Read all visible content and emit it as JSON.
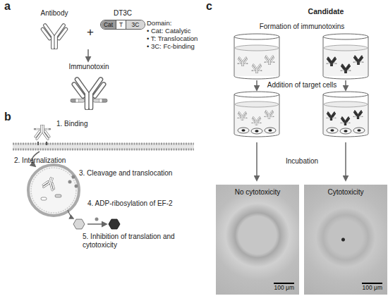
{
  "diagram": {
    "nodes": [
      {
        "text": [
          "DT3C"
        ]
      },
      {
        "text": [
          "Cat"
        ],
        "in": 0
      },
      {
        "text": [
          "T"
        ],
        "in": 0
      },
      {
        "text": [
          "3C"
        ],
        "in": 0
      },
      {
        "text": [
          "No cytotoxicity",
          "100 μm"
        ]
      },
      {
        "text": [
          "Cytotoxicity",
          "100 μm"
        ]
      }
    ],
    "labels": [
      "a",
      "Antibody",
      "+",
      "Domain:",
      "• Cat: Catalytic",
      "• T: Translocation",
      "• 3C: Fc-binding",
      "Immunotoxin",
      "b",
      "1. Binding",
      "2. Internalization",
      "3. Cleavage and translocation",
      "4. ADP-ribosylation of EF-2",
      "5. Inhibition of translation and cytotoxicity",
      "c",
      "Candidate",
      "Formation of immunotoxins",
      "Addition of target cells",
      "Incubation"
    ]
  }
}
